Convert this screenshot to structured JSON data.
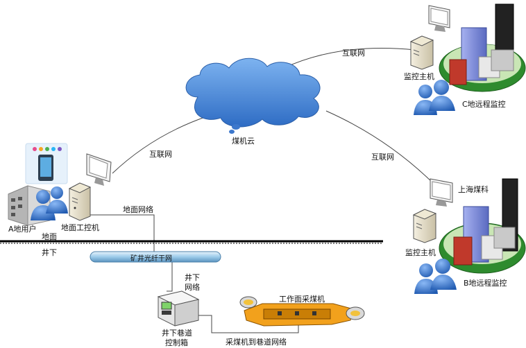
{
  "labels": {
    "cloud": "煤机云",
    "internet_top": "互联网",
    "internet_left": "互联网",
    "internet_right": "互联网",
    "c_host": "监控主机",
    "c_site": "C地远程监控",
    "shanghai": "上海煤科",
    "b_host": "监控主机",
    "b_site": "B地远程监控",
    "a_user": "A地用户",
    "ground_pc": "地面工控机",
    "ground_net": "地面网络",
    "surface": "地面",
    "underground": "井下",
    "fiber": "矿井光纤干网",
    "underground_net_1": "井下",
    "underground_net_2": "网络",
    "cabinet_1": "井下巷道",
    "cabinet_2": "控制箱",
    "shearer": "工作面采煤机",
    "shearer_net": "采煤机到巷道网络"
  },
  "colors": {
    "cloud": "#4a86d8",
    "fiber": "#9ccbea",
    "person": "#2f6fc8",
    "tower": "#7a8bd6",
    "ground": "#2e8b2e"
  }
}
